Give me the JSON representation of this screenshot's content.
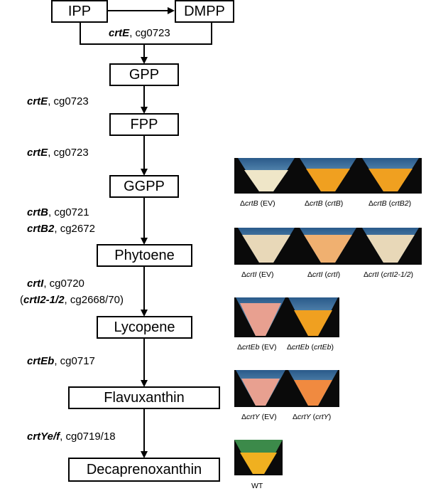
{
  "nodes": {
    "ipp": "IPP",
    "dmpp": "DMPP",
    "gpp": "GPP",
    "fpp": "FPP",
    "ggpp": "GGPP",
    "phytoene": "Phytoene",
    "lycopene": "Lycopene",
    "flavuxanthin": "Flavuxanthin",
    "decaprenoxanthin": "Decaprenoxanthin"
  },
  "steps": {
    "s1": {
      "gene": "crtE",
      "id": ", cg0723"
    },
    "s2": {
      "gene": "crtE",
      "id": ", cg0723"
    },
    "s3": {
      "gene": "crtE",
      "id": ", cg0723"
    },
    "s4a": {
      "gene": "crtB",
      "id": ", cg0721"
    },
    "s4b": {
      "gene": "crtB2",
      "id": ", cg2672"
    },
    "s5a": {
      "gene": "crtI",
      "id": ", cg0720"
    },
    "s5b": {
      "pre": "(",
      "gene": "crtI2-1/2",
      "id": ", cg2668/70)"
    },
    "s6": {
      "gene": "crtEb",
      "id": ", cg0717"
    },
    "s7": {
      "gene": "crtYe/f",
      "id": ", cg0719/18"
    }
  },
  "photos": {
    "crtB": {
      "delta": "Δ",
      "strain": "crtB",
      "labels": [
        "(EV)",
        "(",
        "crtB",
        ")",
        "(",
        "crtB2",
        ")"
      ]
    },
    "crtI": {
      "delta": "Δ",
      "strain": "crtI",
      "labels": [
        "(EV)",
        "(",
        "crtI",
        ")",
        "(",
        "crtI2-1/2",
        ")"
      ]
    },
    "crtEb": {
      "delta": "Δ",
      "strain": "crtEb",
      "labels": [
        "(EV)",
        "(",
        "crtEb",
        ")"
      ]
    },
    "crtY": {
      "delta": "Δ",
      "strain": "crtY",
      "labels": [
        "(EV)",
        "(",
        "crtY",
        ")"
      ]
    },
    "wt": {
      "label": "WT"
    }
  },
  "colors": {
    "white_pellet": "#efe6c8",
    "orange_pellet": "#f0a020",
    "yellow_orange": "#f4b830",
    "beige_pellet": "#e8d8b8",
    "light_orange": "#f0b070",
    "salmon_pellet": "#e8a090",
    "liquid": "#6fa6c8"
  }
}
